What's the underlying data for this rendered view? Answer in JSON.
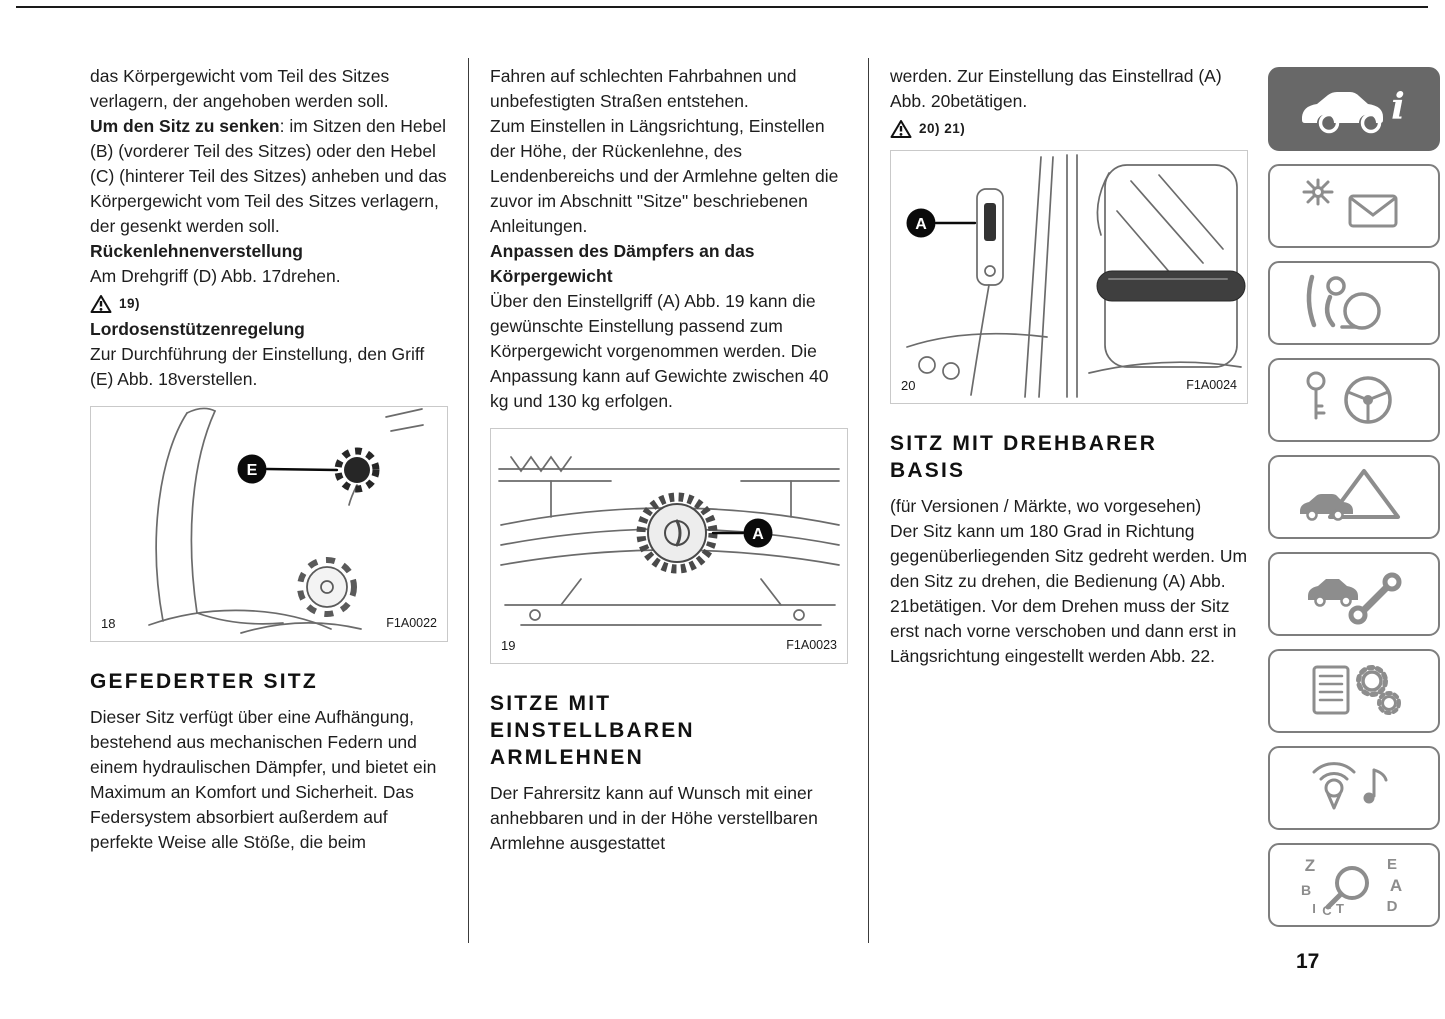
{
  "page_number": "17",
  "columns": {
    "col1": {
      "para_intro": "das Körpergewicht vom Teil des Sitzes verlagern, der angehoben werden soll.",
      "sink_bold": "Um den Sitz zu senken",
      "sink_rest": ": im Sitzen den Hebel (B) (vorderer Teil des Sitzes) oder den Hebel (C) (hinterer Teil des Sitzes) anheben und das Körpergewicht vom Teil des Sitzes verlagern, der gesenkt werden soll.",
      "heading_backrest": "Rückenlehnenverstellung",
      "para_backrest": "Am Drehgriff (D) Abb. 17drehen.",
      "warning_ref": "19)",
      "heading_lumbar": "Lordosenstützenregelung",
      "para_lumbar": "Zur Durchführung der Einstellung, den Griff (E) Abb. 18verstellen.",
      "section_lines": [
        "GEFEDERTER SITZ"
      ],
      "section_text": "Dieser Sitz verfügt über eine Aufhängung, bestehend aus mechanischen Federn und einem hydraulischen Dämpfer, und bietet ein Maximum an Komfort und Sicherheit. Das Federsystem absorbiert außerdem auf perfekte Weise alle Stöße, die beim"
    },
    "col2": {
      "para_continue": "Fahren auf schlechten Fahrbahnen und unbefestigten Straßen entstehen.",
      "para_adjust": "Zum Einstellen in Längsrichtung, Einstellen der Höhe, der Rückenlehne, des Lendenbereichs und der Armlehne gelten die zuvor im Abschnitt \"Sitze\" beschriebenen Anleitungen.",
      "heading_damper": "Anpassen des Dämpfers an das Körpergewicht",
      "para_damper": "Über den Einstellgriff (A) Abb. 19 kann die gewünschte Einstellung passend zum Körpergewicht vorgenommen werden. Die Anpassung kann auf Gewichte zwischen 40 kg und 130 kg erfolgen.",
      "section_lines": [
        "SITZE MIT",
        "EINSTELLBAREN",
        "ARMLEHNEN"
      ],
      "section_text": "Der Fahrersitz kann auf Wunsch mit einer anhebbaren und in der Höhe verstellbaren Armlehne ausgestattet"
    },
    "col3": {
      "para_continue": "werden. Zur Einstellung das Einstellrad (A) Abb. 20betätigen.",
      "warning_ref": "20) 21)",
      "section_lines": [
        "SITZ MIT DREHBARER",
        "BASIS"
      ],
      "para_versions": "(für Versionen / Märkte, wo vorgesehen)",
      "section_text": "Der Sitz kann um 180 Grad in Richtung gegenüberliegenden Sitz gedreht werden. Um den Sitz zu drehen, die Bedienung (A) Abb. 21betätigen. Vor dem Drehen muss der Sitz erst nach vorne verschoben und dann erst in Längsrichtung eingestellt werden Abb. 22."
    }
  },
  "figures": {
    "fig18": {
      "number": "18",
      "code": "F1A0022",
      "callout": "E"
    },
    "fig19": {
      "number": "19",
      "code": "F1A0023",
      "callout": "A"
    },
    "fig20": {
      "number": "20",
      "code": "F1A0024",
      "callout": "A"
    }
  },
  "sidebar": {
    "accent_dark": "#686868",
    "icon_gray": "#8d8d8d",
    "items": [
      {
        "name": "vehicle-overview",
        "icon": "car-info-icon",
        "glyph": "i"
      },
      {
        "name": "dashboard-lights-messages",
        "icon": "light-envelope-icon"
      },
      {
        "name": "safety",
        "icon": "airbag-person-icon"
      },
      {
        "name": "starting-driving",
        "icon": "key-steering-wheel-icon"
      },
      {
        "name": "emergency",
        "icon": "warning-triangle-car-icon"
      },
      {
        "name": "maintenance",
        "icon": "car-wrench-icon"
      },
      {
        "name": "technical-data",
        "icon": "spec-list-gear-icon"
      },
      {
        "name": "multimedia",
        "icon": "antenna-signal-icon"
      },
      {
        "name": "index",
        "icon": "alphabetical-index-icon",
        "letters": [
          "Z",
          "E",
          "B",
          "A",
          "I",
          "C",
          "T",
          "D"
        ]
      }
    ]
  }
}
